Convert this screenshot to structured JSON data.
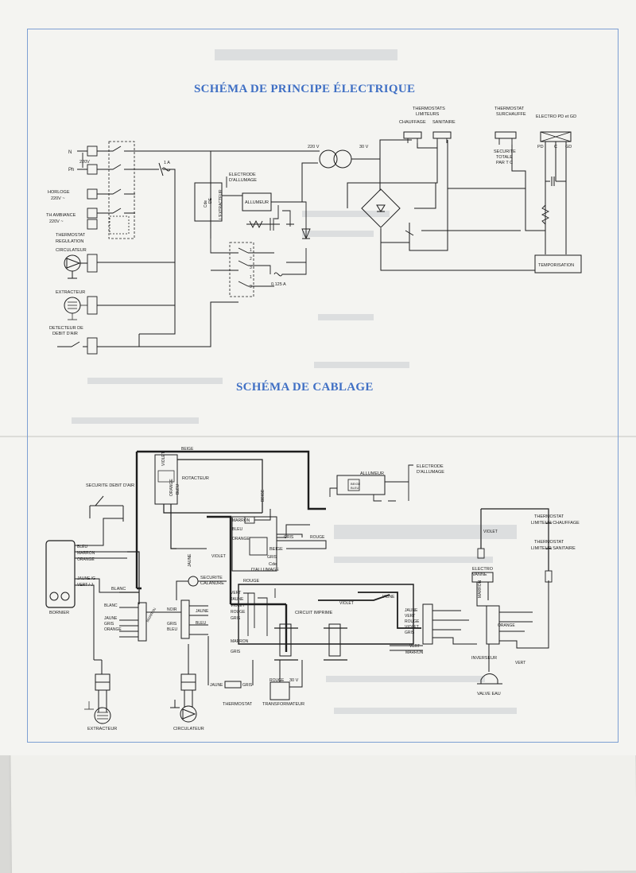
{
  "titles": {
    "principe": "SCHÉMA DE PRINCIPE ÉLECTRIQUE",
    "cablage": "SCHÉMA DE CABLAGE"
  },
  "principe": {
    "n": "N",
    "ph": "Ph",
    "v220": "220V",
    "fuse_1a": "1 A",
    "horloge": "HORLOGE",
    "horloge_v": "220V ~",
    "th_ambiance": "TH AMBIANCE",
    "th_ambiance_v": "220V ~",
    "thermostat": "THERMOSTAT",
    "regulation": "REGULATION",
    "circulateur": "CIRCULATEUR",
    "extracteur": "EXTRACTEUR",
    "detecteur": "DETECTEUR DE",
    "debit_air": "DEBIT D'AIR",
    "electrode": "ELECTRODE",
    "allumage": "D'ALLUMAGE",
    "cde": "Cde",
    "de": "DE",
    "l_extracteur": "L'EXTRACTEUR",
    "allumeur": "ALLUMEUR",
    "fuse_0125": "0.125 A",
    "prim_v": "220 V",
    "sec_v": "30 V",
    "thermostats": "THERMOSTATS",
    "limiteurs": "LIMITEURS",
    "chauffage": "CHAUFFAGE",
    "sanitaire": "SANITAIRE",
    "thermostat_s": "THERMOSTAT",
    "surchauffe": "SURCHAUFFE",
    "securite": "SECURITE",
    "totale": "TOTALE",
    "par_tc": "PAR T C",
    "electro": "ELECTRO PD et GD",
    "pd": "PD",
    "c": "C",
    "gd": "GD",
    "temporisation": "TEMPORISATION"
  },
  "cablage": {
    "beige": "BEIGE",
    "violet": "VIOLET",
    "orange": "ORANGE",
    "bleu": "BLEU",
    "rotacteur": "ROTACTEUR",
    "allumeur": "ALLUMEUR",
    "electrode": "ELECTRODE",
    "allumage": "D'ALLUMAGE",
    "securite_debit": "SECURITE DEBIT D'AIR",
    "marron": "MARRON",
    "gris": "GRIS",
    "rouge": "ROUGE",
    "vert": "VERT",
    "jaune": "JAUNE",
    "jaune_vert": "JAUNE /G",
    "vert_j": "VERT / J",
    "blanc": "BLANC",
    "noir": "NOIR",
    "cde": "Cde",
    "d_allumage": "D'ALLUMAGE",
    "securite_calandre": "SECURITE",
    "calandre": "CALANDRE",
    "circuit_imprime": "CIRCUIT IMPRIME",
    "bornier": "BORNIER",
    "th_chauffage": "THERMOSTAT",
    "lim_chauffage": "LIMITEUR CHAUFFAGE",
    "th_sanitaire": "THERMOSTAT",
    "lim_sanitaire": "LIMITEUR SANITAIRE",
    "electro_vanne": "ELECTRO",
    "vanne": "VANNE",
    "inverseur": "INVERSEUR",
    "valve_eau": "VALVE EAU",
    "thermostat": "THERMOSTAT",
    "transformateur": "TRANSFORMATEUR",
    "v30": "30 V",
    "extracteur": "EXTRACTEUR",
    "circulateur": "CIRCULATEUR"
  },
  "colors": {
    "ink": "#1d1d1d",
    "title": "#3f6fc4",
    "frame": "#7d9fd3",
    "paper": "#f4f4f1"
  }
}
